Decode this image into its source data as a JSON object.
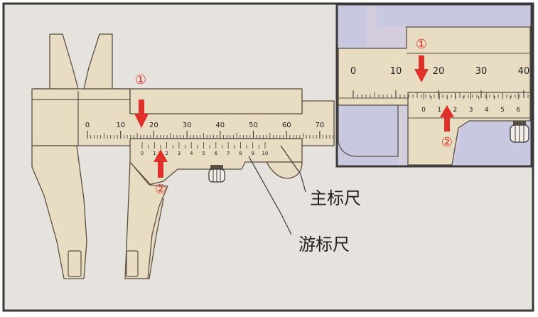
{
  "labels": {
    "main_scale": "主标尺",
    "vernier_scale": "游标尺",
    "marker_1": "①",
    "marker_2": "②"
  },
  "scales": {
    "main_ticks": [
      "0",
      "10",
      "20",
      "30",
      "40",
      "50",
      "60",
      "70"
    ],
    "vernier_ticks": [
      "0",
      "1",
      "2",
      "3",
      "4",
      "5",
      "6",
      "7",
      "8",
      "9",
      "10"
    ],
    "inset_main_ticks": [
      "0",
      "10",
      "20",
      "30",
      "40"
    ],
    "inset_vernier_ticks": [
      "0",
      "1",
      "2",
      "3",
      "4",
      "5",
      "6"
    ]
  },
  "colors": {
    "frame": "#3a3a3a",
    "background": "#e6e2dd",
    "caliper_fill": "#e8dcc3",
    "caliper_stroke": "#5a5043",
    "inset_blue": "#c8c8e0",
    "inset_bg": "#d3ccdc",
    "arrow": "#e03029",
    "leader": "#3a3a3a"
  },
  "icons": {
    "arrow_down": "red-down-arrow-icon",
    "arrow_up": "red-up-arrow-icon"
  }
}
